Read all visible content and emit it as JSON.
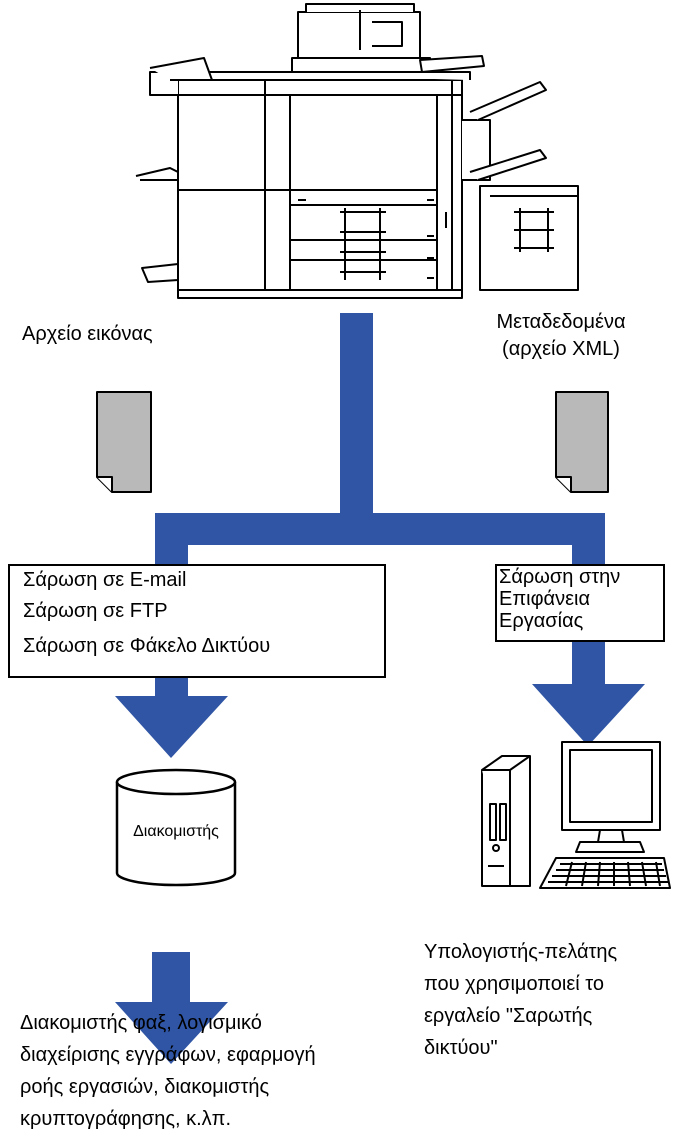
{
  "labels": {
    "image_file": "Αρχείο εικόνας",
    "metadata_line1": "Μεταδεδομένα",
    "metadata_line2": "(αρχείο XML)",
    "server": "Διακομιστής",
    "client_lines": [
      "Υπολογιστής-πελάτης",
      "που χρησιμοποιεί το",
      "εργαλείο \"Σαρωτής",
      "δικτύου\""
    ],
    "destinations_lines": [
      "Διακομιστής φαξ, λογισμικό",
      "διαχείρισης εγγράφων, εφαρμογή",
      "ροής εργασιών, διακομιστής",
      "κρυπτογράφησης, κ.λπ."
    ]
  },
  "left_box": {
    "items": [
      "Σάρωση σε E-mail",
      "Σάρωση σε FTP",
      "Σάρωση σε Φάκελο Δικτύου"
    ]
  },
  "right_box": {
    "items": [
      "Σάρωση στην",
      "Επιφάνεια",
      "Εργασίας"
    ]
  },
  "colors": {
    "flow": "#2f55a4",
    "document": "#b9b9b9",
    "line": "#000000"
  }
}
